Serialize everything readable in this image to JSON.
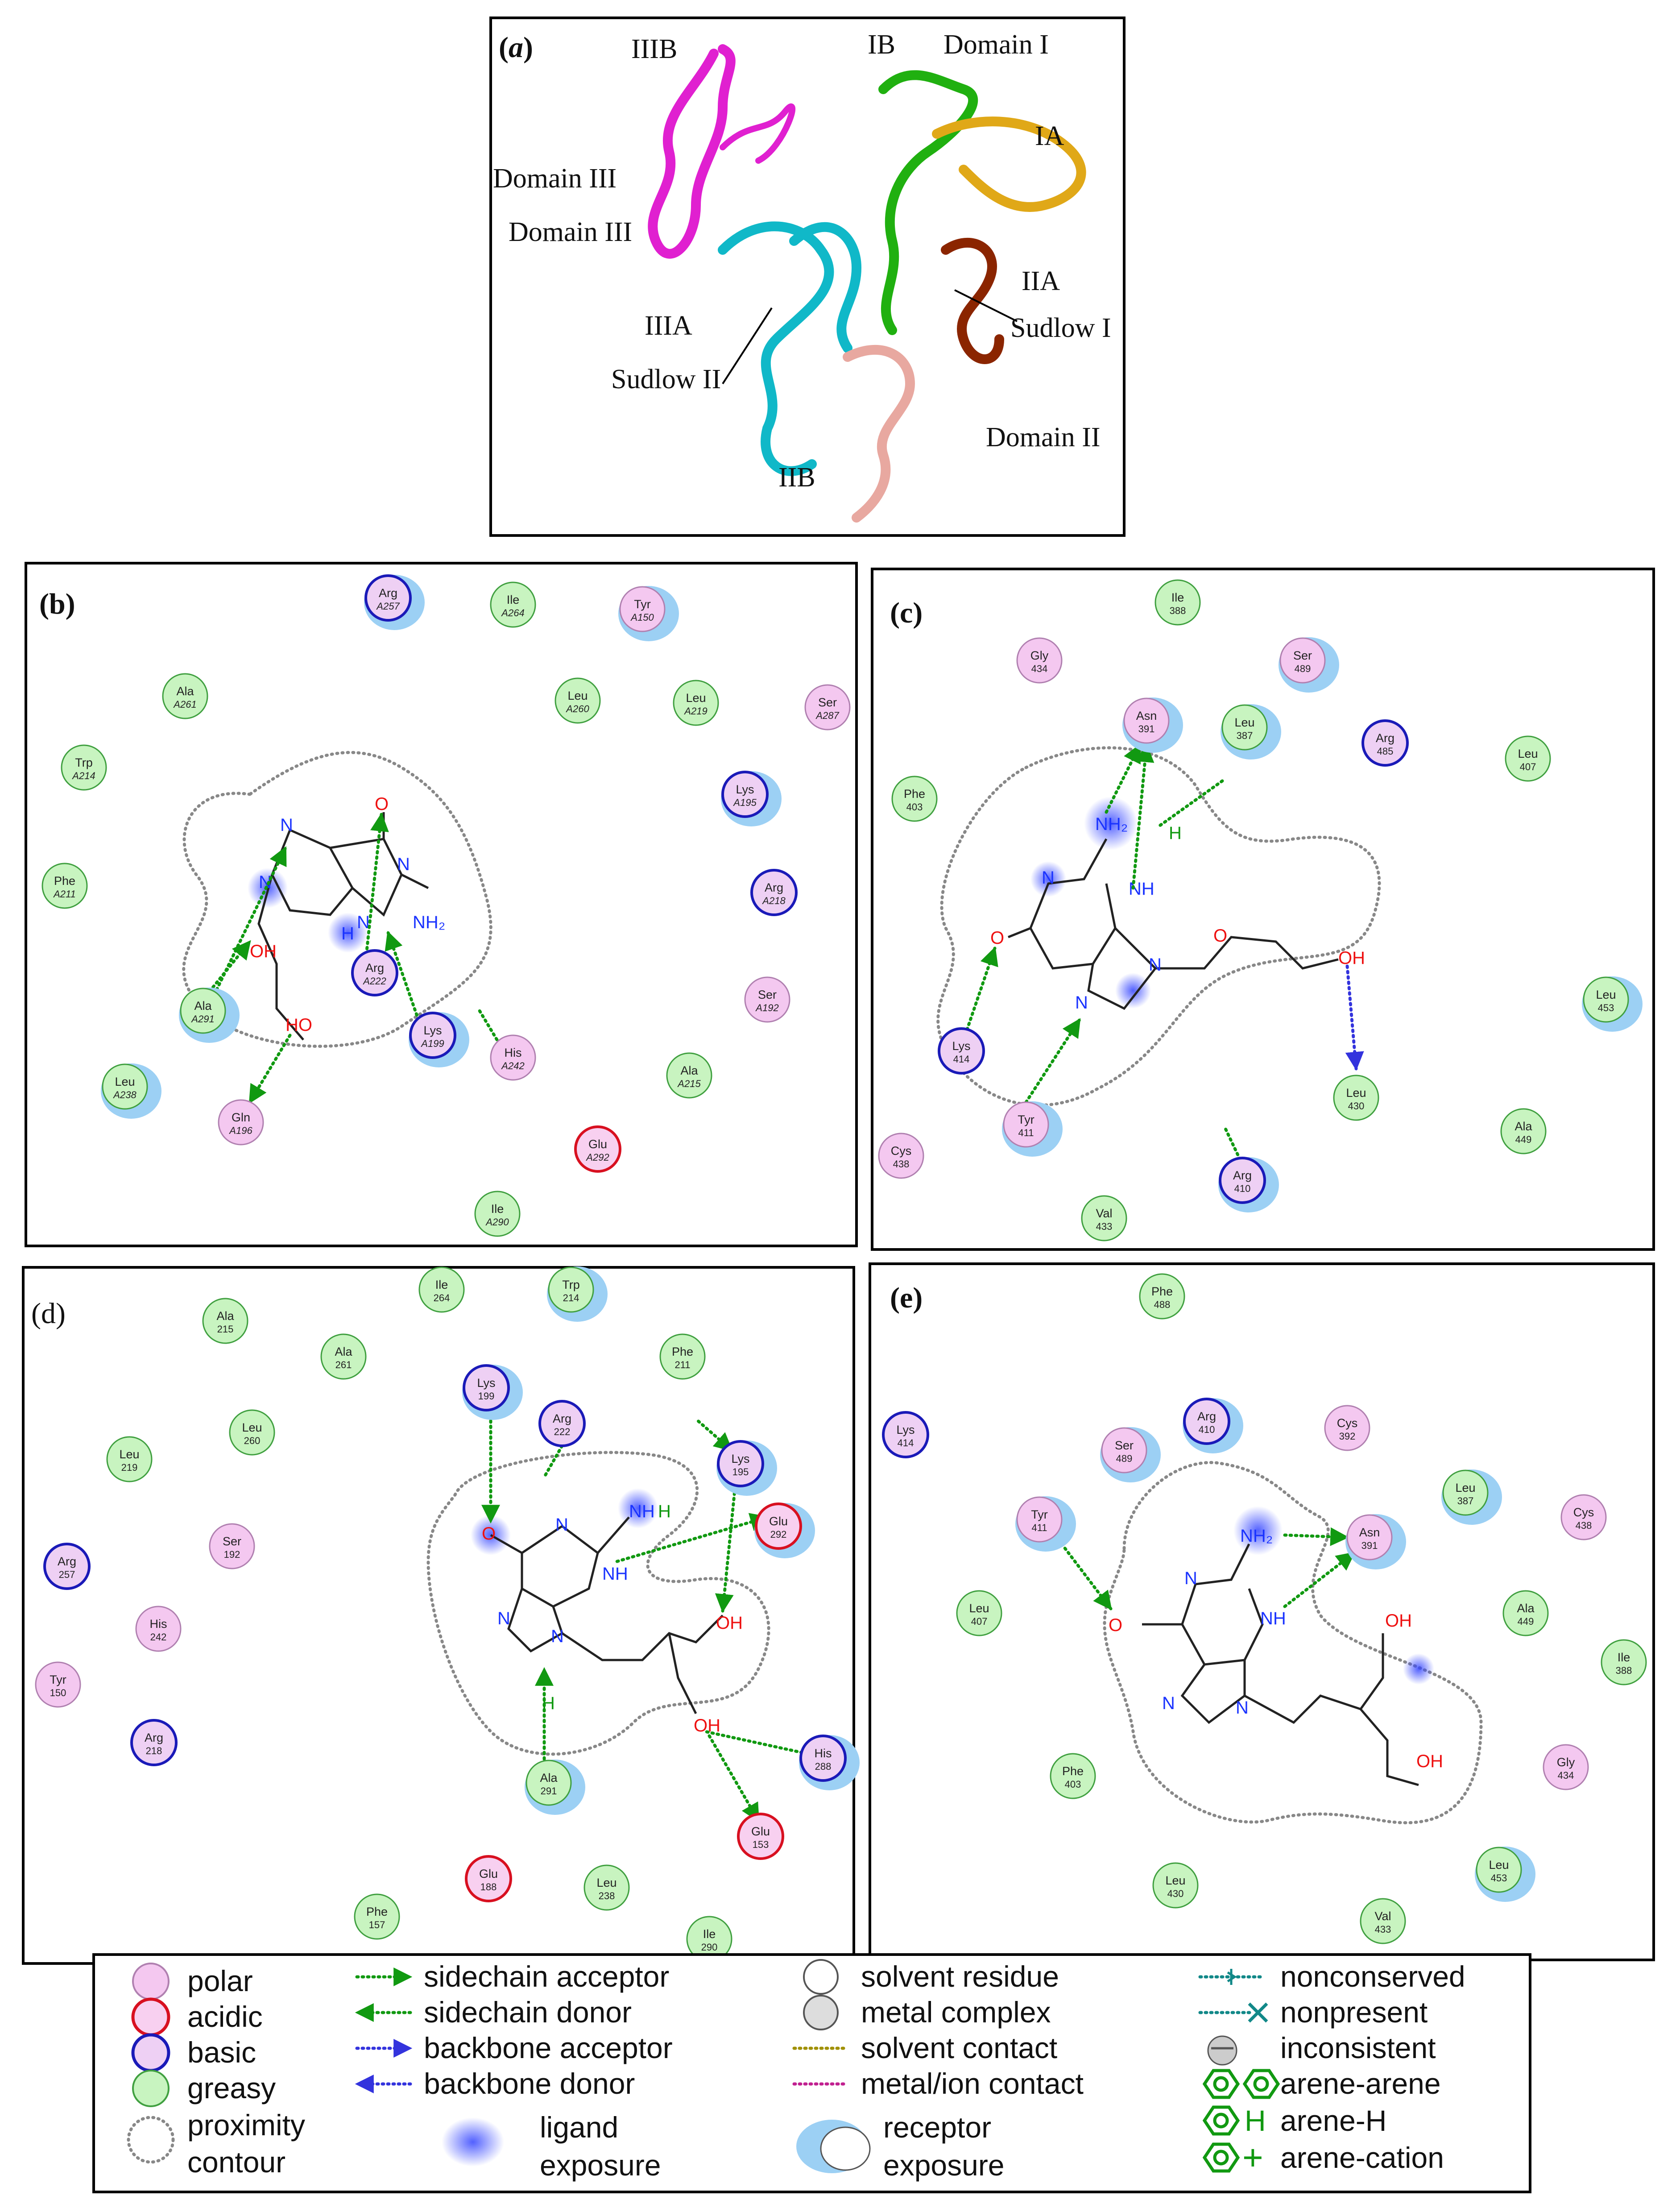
{
  "panel_a": {
    "label_open": "(",
    "label_letter": "a",
    "label_close": ")",
    "labels": {
      "IIIB": "IIIB",
      "IB": "IB",
      "domain_i": "Domain I",
      "ia": "IA",
      "domain_iii_1": "Domain III",
      "domain_iii_2": "Domain III",
      "iia": "IIA",
      "sudlow_i": "Sudlow I",
      "iiia": "IIIA",
      "sudlow_ii": "Sudlow II",
      "domain_ii": "Domain II",
      "iib": "IIB"
    },
    "colors": {
      "IIIB": "#e020d0",
      "IIIA": "#10b8c8",
      "IB": "#20b010",
      "IA": "#e0a818",
      "IIA": "#8b2500",
      "IIB": "#e8a8a0"
    }
  },
  "panel_b": {
    "label": "(b)",
    "residues": [
      {
        "name": "Arg",
        "num": "A257",
        "type": "basic"
      },
      {
        "name": "Ile",
        "num": "A264",
        "type": "greasy"
      },
      {
        "name": "Tyr",
        "num": "A150",
        "type": "polar"
      },
      {
        "name": "Ala",
        "num": "A261",
        "type": "greasy"
      },
      {
        "name": "Leu",
        "num": "A260",
        "type": "greasy"
      },
      {
        "name": "Leu",
        "num": "A219",
        "type": "greasy"
      },
      {
        "name": "Ser",
        "num": "A287",
        "type": "polar"
      },
      {
        "name": "Trp",
        "num": "A214",
        "type": "greasy"
      },
      {
        "name": "Lys",
        "num": "A195",
        "type": "basic"
      },
      {
        "name": "Phe",
        "num": "A211",
        "type": "greasy"
      },
      {
        "name": "Arg",
        "num": "A218",
        "type": "basic"
      },
      {
        "name": "Arg",
        "num": "A222",
        "type": "basic"
      },
      {
        "name": "Ala",
        "num": "A291",
        "type": "greasy"
      },
      {
        "name": "Ser",
        "num": "A192",
        "type": "polar"
      },
      {
        "name": "Lys",
        "num": "A199",
        "type": "basic"
      },
      {
        "name": "His",
        "num": "A242",
        "type": "polar"
      },
      {
        "name": "Leu",
        "num": "A238",
        "type": "greasy"
      },
      {
        "name": "Ala",
        "num": "A215",
        "type": "greasy"
      },
      {
        "name": "Gln",
        "num": "A196",
        "type": "polar"
      },
      {
        "name": "Glu",
        "num": "A292",
        "type": "acidic"
      },
      {
        "name": "Ile",
        "num": "A290",
        "type": "greasy"
      }
    ],
    "atoms": [
      "N",
      "O",
      "N",
      "N",
      "N",
      "NH₂",
      "H",
      "OH",
      "HO"
    ]
  },
  "panel_c": {
    "label": "(c)",
    "residues": [
      {
        "name": "Ile",
        "num": "388",
        "type": "greasy"
      },
      {
        "name": "Gly",
        "num": "434",
        "type": "polar"
      },
      {
        "name": "Ser",
        "num": "489",
        "type": "polar"
      },
      {
        "name": "Asn",
        "num": "391",
        "type": "polar"
      },
      {
        "name": "Leu",
        "num": "387",
        "type": "greasy"
      },
      {
        "name": "Arg",
        "num": "485",
        "type": "basic"
      },
      {
        "name": "Leu",
        "num": "407",
        "type": "greasy"
      },
      {
        "name": "Phe",
        "num": "403",
        "type": "greasy"
      },
      {
        "name": "Leu",
        "num": "453",
        "type": "greasy"
      },
      {
        "name": "Lys",
        "num": "414",
        "type": "basic"
      },
      {
        "name": "Leu",
        "num": "430",
        "type": "greasy"
      },
      {
        "name": "Tyr",
        "num": "411",
        "type": "polar"
      },
      {
        "name": "Ala",
        "num": "449",
        "type": "greasy"
      },
      {
        "name": "Cys",
        "num": "438",
        "type": "polar"
      },
      {
        "name": "Arg",
        "num": "410",
        "type": "basic"
      },
      {
        "name": "Val",
        "num": "433",
        "type": "greasy"
      }
    ],
    "atoms": [
      "NH₂",
      "N",
      "NH",
      "O",
      "N",
      "N",
      "O",
      "OH",
      "H"
    ]
  },
  "panel_d": {
    "label": "(d)",
    "residues": [
      {
        "name": "Ile",
        "num": "264",
        "type": "greasy"
      },
      {
        "name": "Trp",
        "num": "214",
        "type": "greasy"
      },
      {
        "name": "Ala",
        "num": "215",
        "type": "greasy"
      },
      {
        "name": "Ala",
        "num": "261",
        "type": "greasy"
      },
      {
        "name": "Phe",
        "num": "211",
        "type": "greasy"
      },
      {
        "name": "Lys",
        "num": "199",
        "type": "basic"
      },
      {
        "name": "Leu",
        "num": "260",
        "type": "greasy"
      },
      {
        "name": "Arg",
        "num": "222",
        "type": "basic"
      },
      {
        "name": "Leu",
        "num": "219",
        "type": "greasy"
      },
      {
        "name": "Lys",
        "num": "195",
        "type": "basic"
      },
      {
        "name": "Glu",
        "num": "292",
        "type": "acidic"
      },
      {
        "name": "Ser",
        "num": "192",
        "type": "polar"
      },
      {
        "name": "Arg",
        "num": "257",
        "type": "basic"
      },
      {
        "name": "His",
        "num": "242",
        "type": "polar"
      },
      {
        "name": "Tyr",
        "num": "150",
        "type": "polar"
      },
      {
        "name": "Arg",
        "num": "218",
        "type": "basic"
      },
      {
        "name": "His",
        "num": "288",
        "type": "basic"
      },
      {
        "name": "Ala",
        "num": "291",
        "type": "greasy"
      },
      {
        "name": "Glu",
        "num": "153",
        "type": "acidic"
      },
      {
        "name": "Glu",
        "num": "188",
        "type": "acidic"
      },
      {
        "name": "Leu",
        "num": "238",
        "type": "greasy"
      },
      {
        "name": "Phe",
        "num": "157",
        "type": "greasy"
      },
      {
        "name": "Ile",
        "num": "290",
        "type": "greasy"
      }
    ],
    "atoms": [
      "O",
      "N",
      "NH",
      "H",
      "NH",
      "N",
      "N",
      "OH",
      "OH",
      "H"
    ]
  },
  "panel_e": {
    "label": "(e)",
    "residues": [
      {
        "name": "Phe",
        "num": "488",
        "type": "greasy"
      },
      {
        "name": "Lys",
        "num": "414",
        "type": "basic"
      },
      {
        "name": "Arg",
        "num": "410",
        "type": "basic"
      },
      {
        "name": "Ser",
        "num": "489",
        "type": "polar"
      },
      {
        "name": "Cys",
        "num": "392",
        "type": "polar"
      },
      {
        "name": "Leu",
        "num": "387",
        "type": "greasy"
      },
      {
        "name": "Tyr",
        "num": "411",
        "type": "polar"
      },
      {
        "name": "Asn",
        "num": "391",
        "type": "polar"
      },
      {
        "name": "Cys",
        "num": "438",
        "type": "polar"
      },
      {
        "name": "Leu",
        "num": "407",
        "type": "greasy"
      },
      {
        "name": "Ala",
        "num": "449",
        "type": "greasy"
      },
      {
        "name": "Ile",
        "num": "388",
        "type": "greasy"
      },
      {
        "name": "Phe",
        "num": "403",
        "type": "greasy"
      },
      {
        "name": "Gly",
        "num": "434",
        "type": "polar"
      },
      {
        "name": "Leu",
        "num": "430",
        "type": "greasy"
      },
      {
        "name": "Leu",
        "num": "453",
        "type": "greasy"
      },
      {
        "name": "Val",
        "num": "433",
        "type": "greasy"
      }
    ],
    "atoms": [
      "NH₂",
      "N",
      "NH",
      "O",
      "N",
      "N",
      "OH",
      "OH"
    ]
  },
  "legend": {
    "col1": [
      "polar",
      "acidic",
      "basic",
      "greasy",
      "proximity",
      "contour"
    ],
    "col2": [
      "sidechain acceptor",
      "sidechain donor",
      "backbone acceptor",
      "backbone donor",
      "ligand",
      "exposure"
    ],
    "col3": [
      "solvent residue",
      "metal complex",
      "solvent contact",
      "metal/ion contact",
      "receptor",
      "exposure"
    ],
    "col4": [
      "nonconserved",
      "nonpresent",
      "inconsistent",
      "arene-arene",
      "arene-H",
      "arene-cation"
    ],
    "arene_h_letter": "H",
    "arene_cation_sign": "+"
  },
  "colors": {
    "polar_fill": "#f4c8f0",
    "polar_stroke": "#b080b0",
    "acidic_fill": "#f8d0f0",
    "acidic_stroke": "#d81020",
    "basic_fill": "#eed0f4",
    "basic_stroke": "#1a1ab8",
    "greasy_fill": "#c8f4c0",
    "greasy_stroke": "#40a040",
    "hbond_green": "#119911",
    "backbone_blue": "#3333dd",
    "exposure_blue": "#9cd0f4"
  }
}
